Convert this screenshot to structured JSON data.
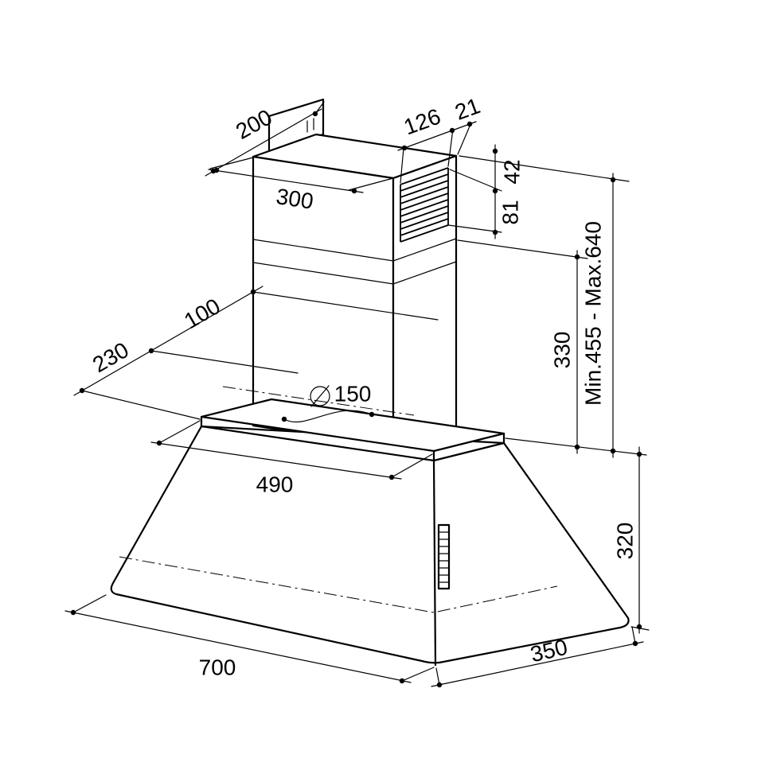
{
  "drawing": {
    "background": "#ffffff",
    "line_color": "#000000",
    "dims": {
      "w200": "200",
      "w300": "300",
      "w126": "126",
      "w21": "21",
      "h42": "42",
      "h81": "81",
      "hrange": "Min.455 - Max.640",
      "h330": "330",
      "d230": "230",
      "d100": "100",
      "dia150": "150",
      "w490": "490",
      "h320": "320",
      "w700": "700",
      "d350": "350"
    }
  }
}
